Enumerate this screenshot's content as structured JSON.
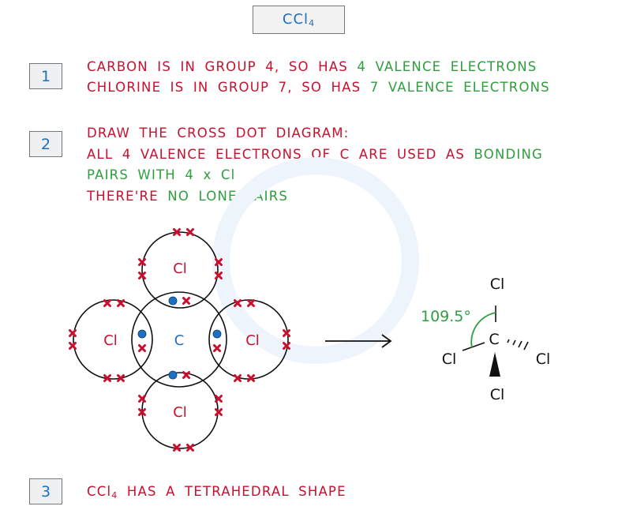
{
  "title": {
    "main": "CCl",
    "subscript": "4"
  },
  "steps": [
    {
      "number": "1",
      "lines": [
        {
          "before": "CARBON IS IN GROUP 4, SO HAS",
          "highlight": "4 VALENCE ELECTRONS",
          "after": ""
        },
        {
          "before": "CHLORINE IS IN GROUP 7, SO HAS",
          "highlight": "7 VALENCE ELECTRONS",
          "after": ""
        }
      ]
    },
    {
      "number": "2",
      "lines": [
        {
          "before": "DRAW THE CROSS DOT DIAGRAM:",
          "highlight": "",
          "after": ""
        },
        {
          "before": "ALL 4 VALENCE ELECTRONS OF C ARE USED AS",
          "highlight": "BONDING",
          "after": ""
        },
        {
          "before": "",
          "highlight": "PAIRS WITH 4 x Cl",
          "after": ""
        },
        {
          "before": "THERE'RE",
          "highlight": "NO LONE PAIRS",
          "after": ""
        }
      ]
    },
    {
      "number": "3",
      "lines": [
        {
          "formula": "CCl",
          "subscript": "4",
          "before": "HAS A TETRAHEDRAL SHAPE"
        }
      ]
    }
  ],
  "dot_cross": {
    "central_atom": "C",
    "outer_atoms": [
      "Cl",
      "Cl",
      "Cl",
      "Cl"
    ]
  },
  "structure": {
    "central": "C",
    "top": "Cl",
    "left": "Cl",
    "right": "Cl",
    "bottom": "Cl",
    "angle": "109.5°"
  },
  "colors": {
    "red": "#c8102e",
    "green": "#2e9e3e",
    "blue": "#1f6fbf"
  }
}
